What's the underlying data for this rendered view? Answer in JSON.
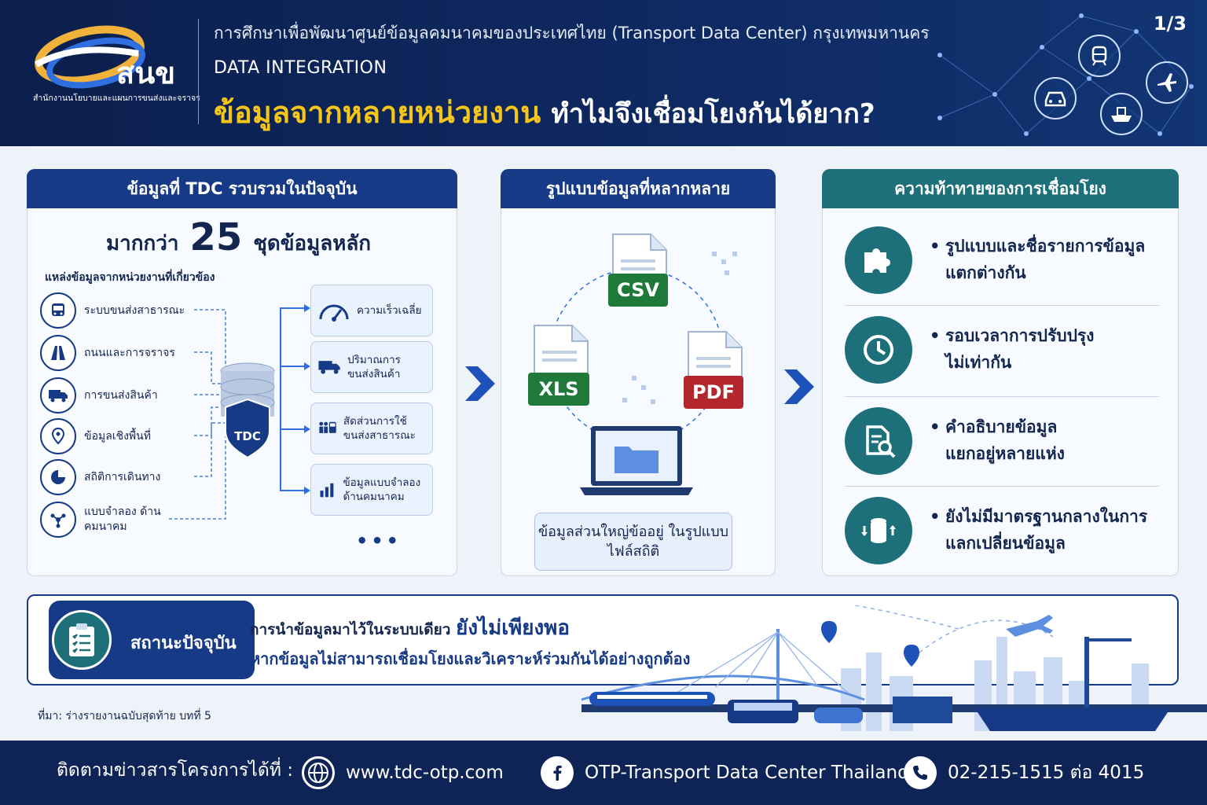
{
  "header": {
    "logo_text": "สนข",
    "logo_sub": "สำนักงานนโยบายและแผนการขนส่งและจราจร",
    "top_line": "การศึกษาเพื่อพัฒนาศูนย์ข้อมูลคมนาคมของประเทศไทย (Transport Data Center) กรุงเทพมหานคร",
    "section": "DATA INTEGRATION",
    "title_highlight": "ข้อมูลจากหลายหน่วยงาน",
    "title_rest": "ทำไมจึงเชื่อมโยงกันได้ยาก?",
    "page": "1/3",
    "network_icons": [
      "train-icon",
      "car-icon",
      "ship-icon",
      "plane-icon"
    ]
  },
  "panel1": {
    "heading": "ข้อมูลที่ TDC รวบรวมในปัจจุบัน",
    "count_prefix": "มากกว่า",
    "count_value": "25",
    "count_suffix": "ชุดข้อมูลหลัก",
    "sources_label": "แหล่งข้อมูลจากหน่วยงานที่เกี่ยวข้อง",
    "sources": [
      {
        "label": "ระบบขนส่งสาธารณะ",
        "icon": "bus-icon"
      },
      {
        "label": "ถนนและการจราจร",
        "icon": "road-icon"
      },
      {
        "label": "การขนส่งสินค้า",
        "icon": "truck-icon"
      },
      {
        "label": "ข้อมูลเชิงพื้นที่",
        "icon": "map-pin-icon"
      },
      {
        "label": "สถิติการเดินทาง",
        "icon": "pie-chart-icon"
      },
      {
        "label": "แบบจำลอง ด้านคมนาคม",
        "icon": "network-icon"
      }
    ],
    "db_label": "TDC",
    "outputs": [
      {
        "label": "ความเร็วเฉลี่ย",
        "icon": "speedometer-icon"
      },
      {
        "label": "ปริมาณการ ขนส่งสินค้า",
        "icon": "truck-icon"
      },
      {
        "label": "สัดส่วนการใช้ ขนส่งสาธารณะ",
        "icon": "passengers-icon"
      },
      {
        "label": "ข้อมูลแบบจำลอง ด้านคมนาคม",
        "icon": "bar-chart-icon"
      }
    ],
    "more": "•••"
  },
  "panel2": {
    "heading": "รูปแบบข้อมูลที่หลากหลาย",
    "formats": [
      {
        "label": "CSV",
        "color": "#1f7a3a"
      },
      {
        "label": "XLS",
        "color": "#1f7a3a"
      },
      {
        "label": "PDF",
        "color": "#b3262b"
      }
    ],
    "note": "ข้อมูลส่วนใหญ่ข้ออยู่ ในรูปแบบไฟล์สถิติ"
  },
  "panel3": {
    "heading": "ความท้าทายของการเชื่อมโยง",
    "items": [
      {
        "line1": "รูปแบบและชื่อรายการข้อมูล",
        "line2": "แตกต่างกัน",
        "icon": "puzzle-icon"
      },
      {
        "line1": "รอบเวลาการปรับปรุง",
        "line2": "ไม่เท่ากัน",
        "icon": "clock-icon"
      },
      {
        "line1": "คำอธิบายข้อมูล",
        "line2": "แยกอยู่หลายแห่ง",
        "icon": "document-search-icon"
      },
      {
        "line1": "ยังไม่มีมาตรฐานกลางในการ",
        "line2": "แลกเปลี่ยนข้อมูล",
        "icon": "database-sync-icon"
      }
    ]
  },
  "status": {
    "label": "สถานะปัจจุบัน",
    "line1_prefix": "การนำข้อมูลมาไว้ในระบบเดียว",
    "line1_highlight": "ยังไม่เพียงพอ",
    "line2": "หากข้อมูลไม่สามารถเชื่อมโยงและวิเคราะห์ร่วมกันได้อย่างถูกต้อง"
  },
  "source": "ที่มา: ร่างรายงานฉบับสุดท้าย บทที่ 5",
  "footer": {
    "follow": "ติดตามข่าวสารโครงการได้ที่ :",
    "website": "www.tdc-otp.com",
    "facebook": "OTP-Transport Data Center Thailand",
    "phone": "02-215-1515 ต่อ 4015"
  },
  "colors": {
    "navy": "#0b1f4d",
    "panel_blue": "#173a86",
    "teal": "#1d6f7a",
    "yellow": "#f5c518"
  }
}
